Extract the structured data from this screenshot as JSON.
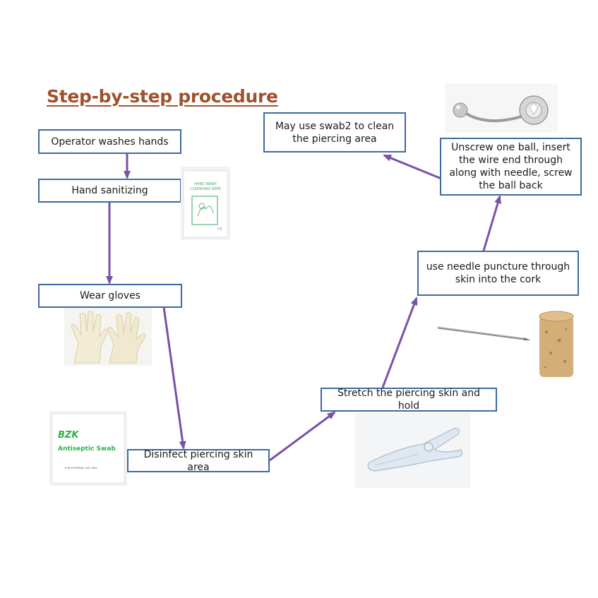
{
  "title": "Step-by-step procedure",
  "steps": [
    {
      "id": "wash",
      "text": "Operator washes hands"
    },
    {
      "id": "sanitize",
      "text": "Hand sanitizing"
    },
    {
      "id": "gloves",
      "text": "Wear gloves"
    },
    {
      "id": "disinfect",
      "text": "Disinfect piercing skin area"
    },
    {
      "id": "stretch",
      "text": "Stretch the piercing skin and hold"
    },
    {
      "id": "needle",
      "text": "use needle puncture through skin into the cork"
    },
    {
      "id": "insert",
      "text": "Unscrew one ball, insert the wire end through along with needle, screw the ball back"
    },
    {
      "id": "swab",
      "text": "May use swab2 to clean the piercing area"
    }
  ],
  "labels": {
    "wipes_line1": "HAND WASH",
    "wipes_line2": "CLEANSING WIPE",
    "wipes_mark": "CE",
    "swab_brand": "BZK",
    "swab_name": "Antiseptic Swab",
    "swab_note": "FOR EXTERNAL USE ONLY"
  },
  "colors": {
    "title": "#a0522d",
    "box_border": "#3d6aa0",
    "arrow": "#7a50a8",
    "swab_text": "#2eb34a"
  }
}
